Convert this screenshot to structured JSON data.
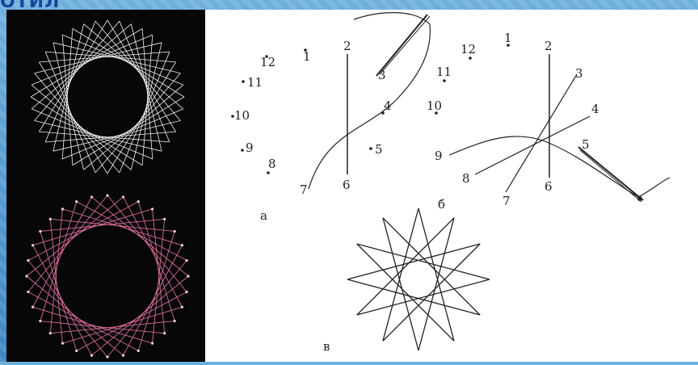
{
  "header": {
    "title": "ОТИЛ"
  },
  "diagram": {
    "a": {
      "caption": "а",
      "dot_labels": [
        "1",
        "2",
        "3",
        "4",
        "5",
        "6",
        "7",
        "8",
        "9",
        "10",
        "11",
        "12"
      ]
    },
    "b": {
      "caption": "б",
      "labels": [
        "1",
        "2",
        "3",
        "4",
        "5",
        "6",
        "7",
        "8",
        "9",
        "10",
        "11",
        "12"
      ]
    },
    "c": {
      "caption": "в"
    }
  },
  "colors": {
    "thread_white": "#f2f2f2",
    "thread_pink": "#d46a9a",
    "ink": "#222222"
  }
}
